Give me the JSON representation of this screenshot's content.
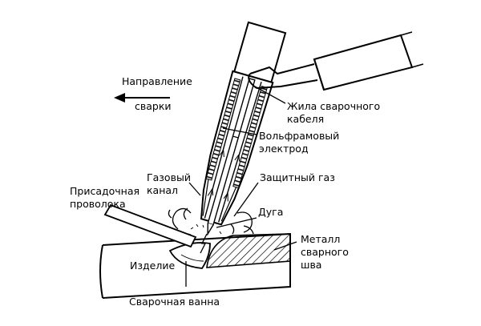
{
  "diagram": {
    "labels": {
      "direction_line1": "Направление",
      "direction_line2": "сварки",
      "cable_line1": "Жила сварочного",
      "cable_line2": "кабеля",
      "electrode_line1": "Вольфрамовый",
      "electrode_line2": "электрод",
      "gas_channel_line1": "Газовый",
      "gas_channel_line2": "канал",
      "shield_gas": "Защитный газ",
      "filler_line1": "Присадочная",
      "filler_line2": "проволока",
      "arc": "Дуга",
      "weld_metal_line1": "Металл",
      "weld_metal_line2": "сварного",
      "weld_metal_line3": "шва",
      "workpiece": "Изделие",
      "weld_pool": "Сварочная ванна"
    }
  }
}
